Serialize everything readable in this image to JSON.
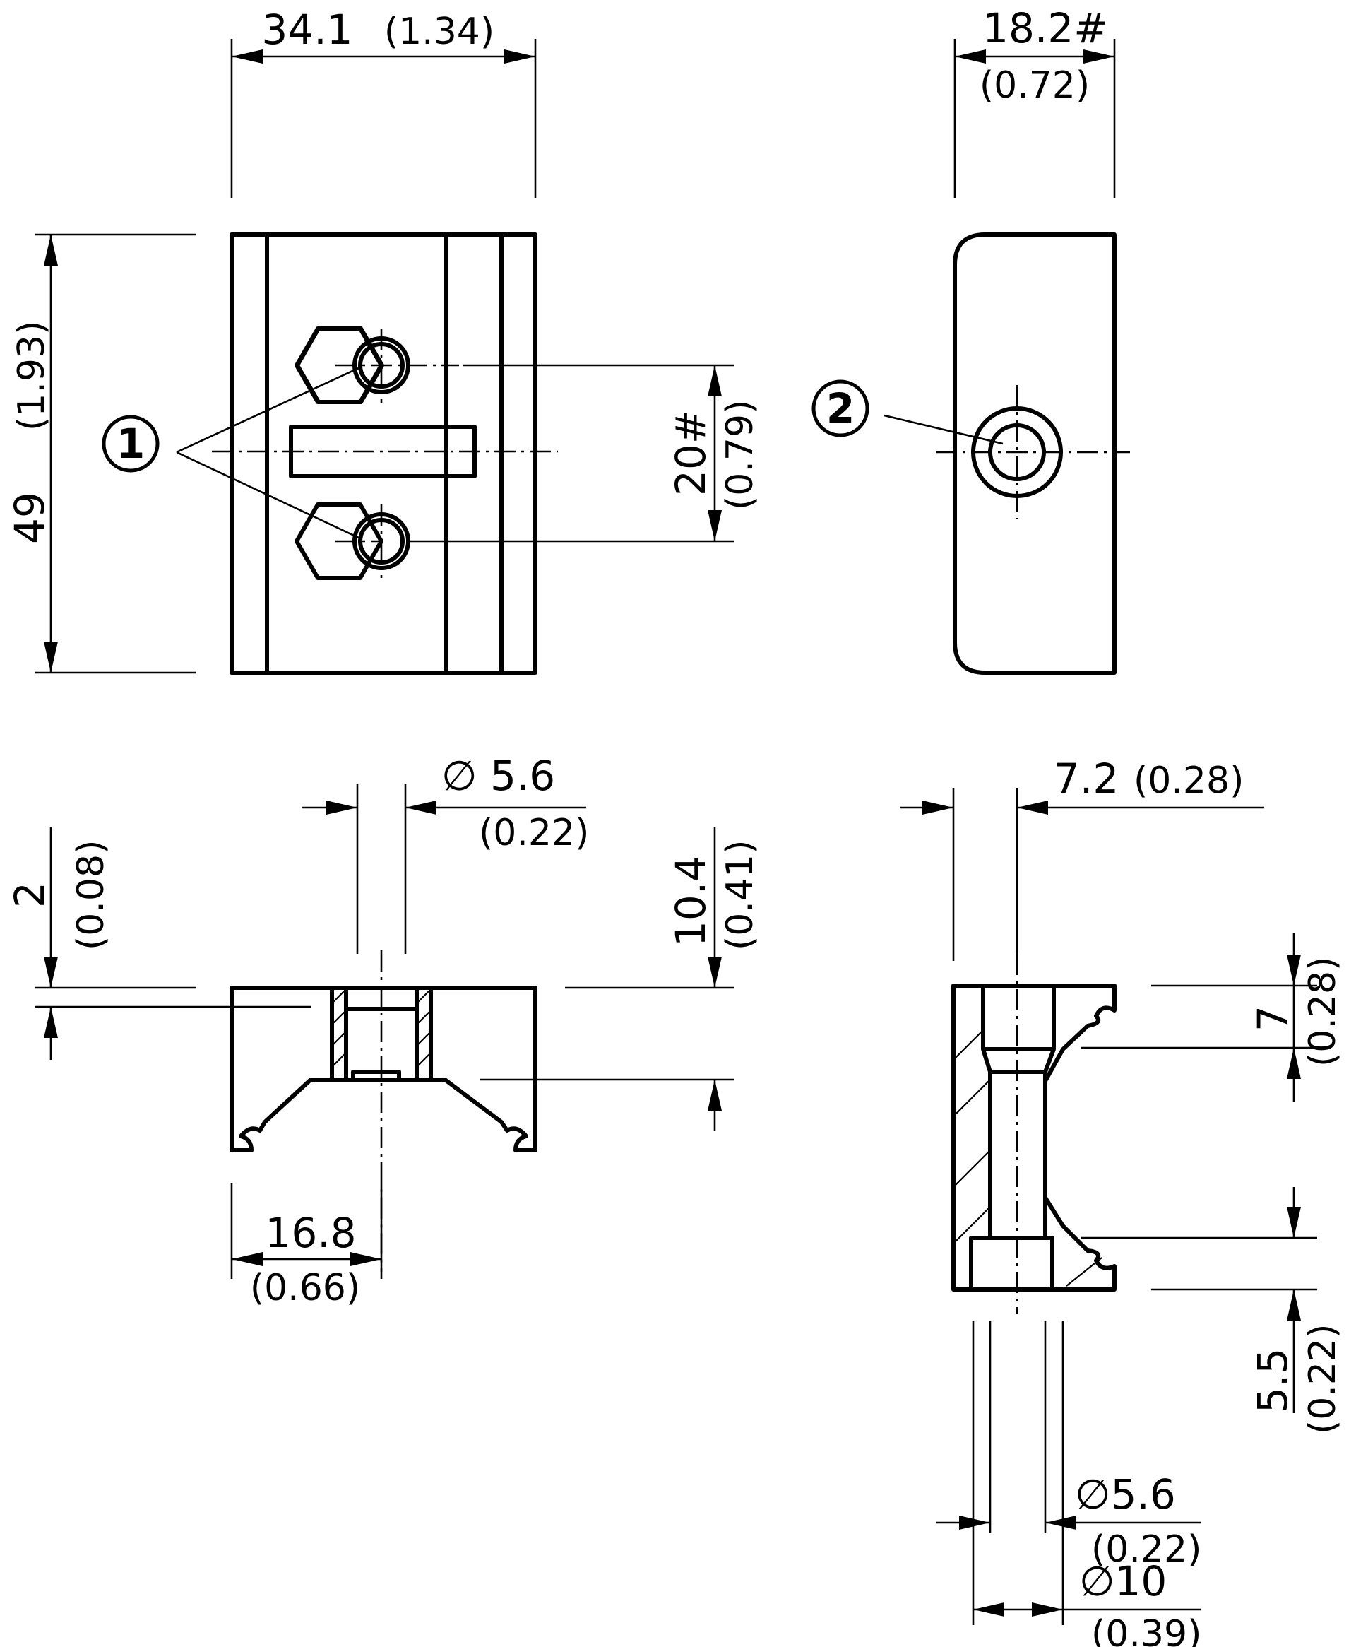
{
  "dimensions": {
    "top_width": {
      "value": "34.1",
      "inch": "(1.34)"
    },
    "side_width": {
      "value": "18.2#",
      "inch": "(0.72)"
    },
    "height": {
      "value": "49",
      "inch": "(1.93)"
    },
    "hole_spacing": {
      "value": "20#",
      "inch": "(0.79)"
    },
    "bore_diameter": {
      "value": "∅ 5.6",
      "inch": "(0.22)"
    },
    "top_offset": {
      "value": "2",
      "inch": "(0.08)"
    },
    "section_height": {
      "value": "10.4",
      "inch": "(0.41)"
    },
    "half_width": {
      "value": "16.8",
      "inch": "(0.66)"
    },
    "side_offset": {
      "value": "7.2",
      "inch": "(0.28)"
    },
    "counterbore_depth": {
      "value": "7",
      "inch": "(0.28)"
    },
    "lower_depth": {
      "value": "5.5",
      "inch": "(0.22)"
    },
    "side_bore_diameter": {
      "value": "∅5.6",
      "inch": "(0.22)"
    },
    "counterbore_diameter": {
      "value": "∅10",
      "inch": "(0.39)"
    }
  },
  "callouts": {
    "one": "1",
    "two": "2"
  }
}
